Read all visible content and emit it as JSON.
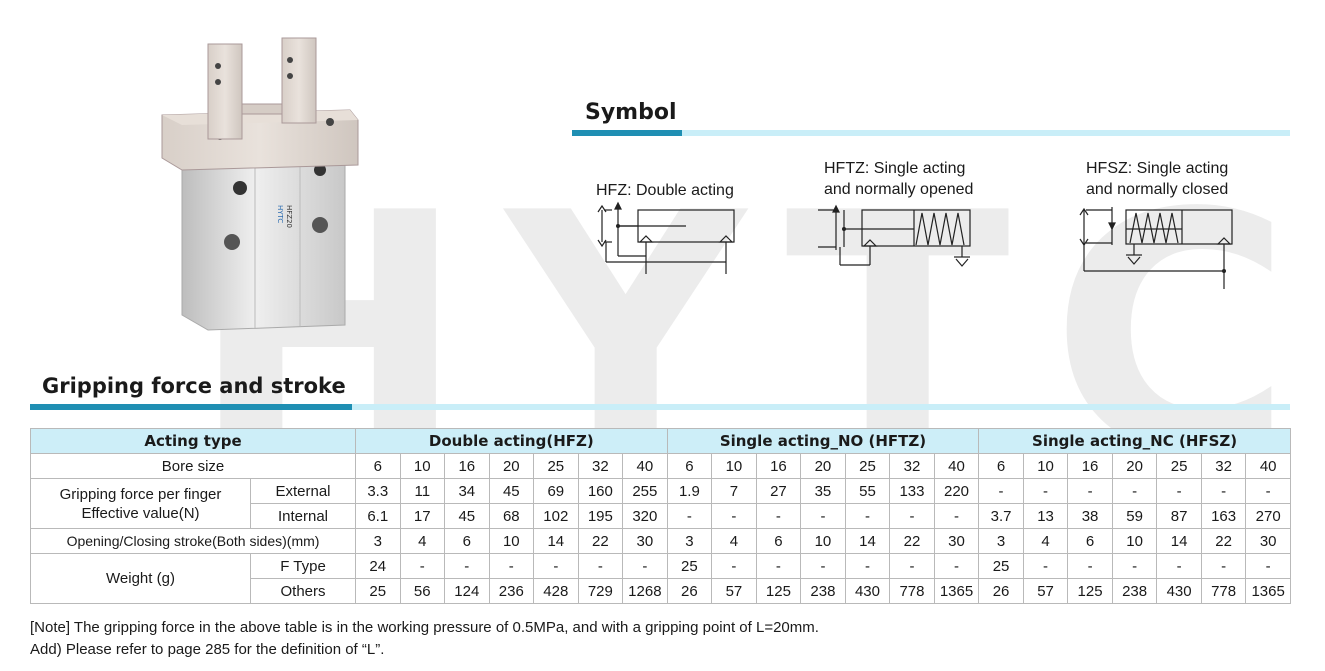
{
  "watermark": "HYTC",
  "product": {
    "brand_mark": "HYTC",
    "model_mark": "HFZ20"
  },
  "symbol_section": {
    "title": "Symbol",
    "symbols": [
      {
        "label_lines": [
          "HFZ: Double acting"
        ],
        "kind": "double-acting"
      },
      {
        "label_lines": [
          "HFTZ: Single acting",
          "and normally opened"
        ],
        "kind": "single-acting-no"
      },
      {
        "label_lines": [
          "HFSZ: Single acting",
          "and normally closed"
        ],
        "kind": "single-acting-nc"
      }
    ]
  },
  "grip_section": {
    "title": "Gripping force and stroke"
  },
  "table": {
    "acting_type_label": "Acting type",
    "groups": [
      "Double acting(HFZ)",
      "Single acting_NO (HFTZ)",
      "Single acting_NC (HFSZ)"
    ],
    "bore_label": "Bore size",
    "bores": [
      [
        "6",
        "10",
        "16",
        "20",
        "25",
        "32",
        "40"
      ],
      [
        "6",
        "10",
        "16",
        "20",
        "25",
        "32",
        "40"
      ],
      [
        "6",
        "10",
        "16",
        "20",
        "25",
        "32",
        "40"
      ]
    ],
    "force_label_lines": [
      "Gripping force per finger",
      "Effective value(N)"
    ],
    "external_label": "External",
    "external": [
      [
        "3.3",
        "11",
        "34",
        "45",
        "69",
        "160",
        "255"
      ],
      [
        "1.9",
        "7",
        "27",
        "35",
        "55",
        "133",
        "220"
      ],
      [
        "-",
        "-",
        "-",
        "-",
        "-",
        "-",
        "-"
      ]
    ],
    "internal_label": "Internal",
    "internal": [
      [
        "6.1",
        "17",
        "45",
        "68",
        "102",
        "195",
        "320"
      ],
      [
        "-",
        "-",
        "-",
        "-",
        "-",
        "-",
        "-"
      ],
      [
        "3.7",
        "13",
        "38",
        "59",
        "87",
        "163",
        "270"
      ]
    ],
    "stroke_label": "Opening/Closing stroke(Both sides)(mm)",
    "stroke": [
      [
        "3",
        "4",
        "6",
        "10",
        "14",
        "22",
        "30"
      ],
      [
        "3",
        "4",
        "6",
        "10",
        "14",
        "22",
        "30"
      ],
      [
        "3",
        "4",
        "6",
        "10",
        "14",
        "22",
        "30"
      ]
    ],
    "weight_label": "Weight (g)",
    "ftype_label": "F Type",
    "ftype": [
      [
        "24",
        "-",
        "-",
        "-",
        "-",
        "-",
        "-"
      ],
      [
        "25",
        "-",
        "-",
        "-",
        "-",
        "-",
        "-"
      ],
      [
        "25",
        "-",
        "-",
        "-",
        "-",
        "-",
        "-"
      ]
    ],
    "others_label": "Others",
    "others": [
      [
        "25",
        "56",
        "124",
        "236",
        "428",
        "729",
        "1268"
      ],
      [
        "26",
        "57",
        "125",
        "238",
        "430",
        "778",
        "1365"
      ],
      [
        "26",
        "57",
        "125",
        "238",
        "430",
        "778",
        "1365"
      ]
    ]
  },
  "notes": {
    "note1": "[Note] The gripping force in the above table is in the working pressure of 0.5MPa, and with a gripping point of L=20mm.",
    "note2": "Add) Please refer to page 285 for the definition of “L”."
  },
  "colors": {
    "accent_dark": "#1f8fb3",
    "accent_light": "#c9eef8",
    "table_header": "#cdeef8"
  }
}
